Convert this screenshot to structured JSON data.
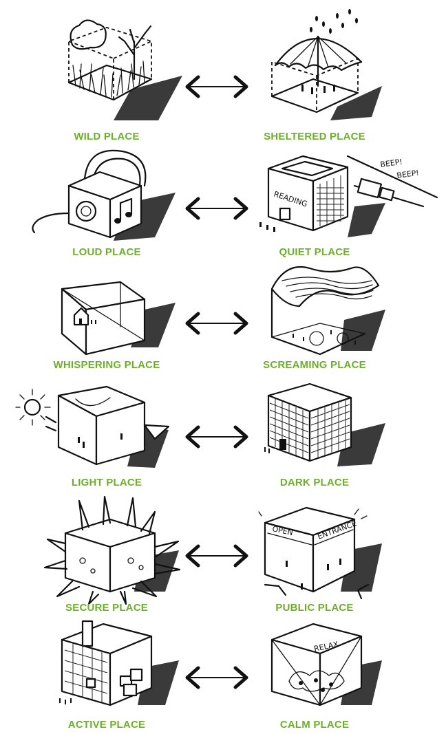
{
  "accent_color": "#6cb02a",
  "ink_color": "#111111",
  "pairs": [
    {
      "left": {
        "label": "WILD PLACE",
        "sketch": "wild-place-cube"
      },
      "right": {
        "label": "SHELTERED PLACE",
        "sketch": "sheltered-place-cube"
      }
    },
    {
      "left": {
        "label": "LOUD PLACE",
        "sketch": "loud-place-cube"
      },
      "right": {
        "label": "QUIET PLACE",
        "sketch": "quiet-place-cube"
      }
    },
    {
      "left": {
        "label": "WHISPERING PLACE",
        "sketch": "whispering-place-cube"
      },
      "right": {
        "label": "SCREAMING PLACE",
        "sketch": "screaming-place-cube"
      }
    },
    {
      "left": {
        "label": "LIGHT PLACE",
        "sketch": "light-place-cube"
      },
      "right": {
        "label": "DARK PLACE",
        "sketch": "dark-place-cube"
      }
    },
    {
      "left": {
        "label": "SECURE PLACE",
        "sketch": "secure-place-cube"
      },
      "right": {
        "label": "PUBLIC PLACE",
        "sketch": "public-place-cube"
      }
    },
    {
      "left": {
        "label": "ACTIVE PLACE",
        "sketch": "active-place-cube"
      },
      "right": {
        "label": "CALM PLACE",
        "sketch": "calm-place-cube"
      }
    }
  ],
  "sketch_text": {
    "beep1": "BEEP!",
    "beep2": "BEEP!",
    "reading": "READING",
    "open": "OPEN",
    "entrance": "ENTRANCE",
    "relax": "RELAX"
  },
  "arrow_icon": "double-headed-arrow-icon"
}
